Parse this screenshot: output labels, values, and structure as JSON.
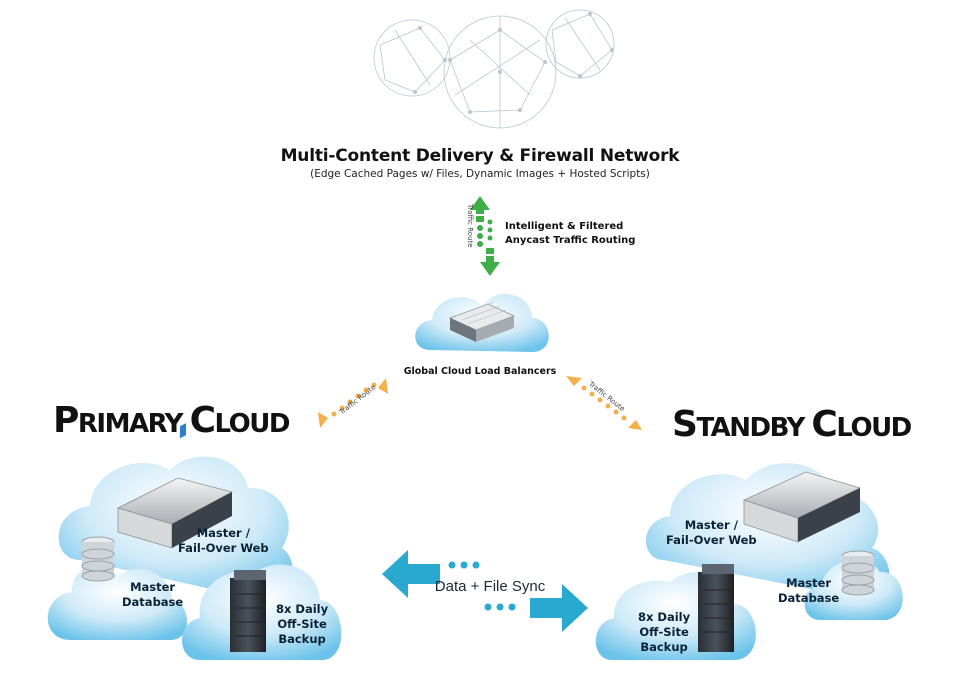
{
  "cdn": {
    "title": "Multi-Content Delivery & Firewall Network",
    "subtitle": "(Edge Cached Pages w/ Files, Dynamic Images + Hosted Scripts)"
  },
  "routing": {
    "line1": "Intelligent & Filtered",
    "line2": "Anycast Traffic Routing",
    "route_label": "Traffic Route"
  },
  "load_balancers": {
    "label": "Global Cloud Load Balancers"
  },
  "primary": {
    "title_cap1": "P",
    "title_rest1": "RIMARY",
    "title_cap2": "C",
    "title_rest2": "LOUD",
    "web": [
      "Master /",
      "Fail-Over Web"
    ],
    "db": [
      "Master",
      "Database"
    ],
    "backup": [
      "8x Daily",
      "Off-Site",
      "Backup"
    ]
  },
  "standby": {
    "title_cap1": "S",
    "title_rest1": "TANDBY",
    "title_cap2": "C",
    "title_rest2": "LOUD",
    "web": [
      "Master /",
      "Fail-Over Web"
    ],
    "db": [
      "Master",
      "Database"
    ],
    "backup": [
      "8x Daily",
      "Off-Site",
      "Backup"
    ]
  },
  "sync": {
    "label": "Data + File Sync"
  },
  "colors": {
    "green": "#3fae49",
    "orange": "#f4b04a",
    "teal": "#29a9cf",
    "cloud": "#bfe3f5"
  }
}
